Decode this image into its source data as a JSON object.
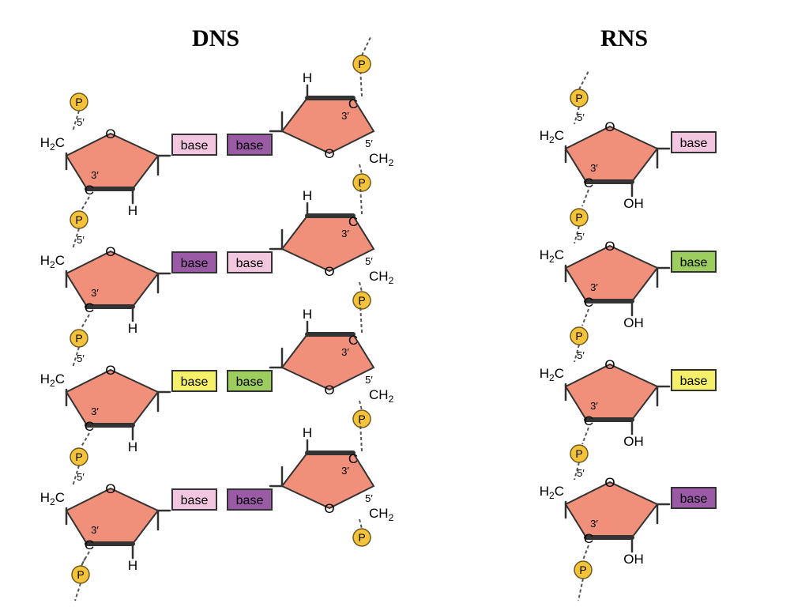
{
  "titles": {
    "dna": "DNS",
    "rna": "RNS"
  },
  "labels": {
    "base": "base",
    "phosphate": "P",
    "oxygen": "O",
    "hydrogen": "H",
    "hydroxyl": "OH",
    "carbon": "C",
    "ch2": "CH",
    "h2c": "H",
    "sub2": "2",
    "three_prime": "3′",
    "five_prime": "5′"
  },
  "colors": {
    "sugar": "#f0907a",
    "phosphate": "#f5c33b",
    "base_pink": "#f2c6df",
    "base_purple": "#9a5aa6",
    "base_yellow": "#f4f06a",
    "base_green": "#9ccd5e"
  },
  "dna": {
    "left_bases": [
      "pink",
      "purple",
      "yellow",
      "pink"
    ],
    "right_bases": [
      "purple",
      "pink",
      "green",
      "purple"
    ]
  },
  "rna": {
    "bases": [
      "pink",
      "green",
      "yellow",
      "purple"
    ]
  }
}
